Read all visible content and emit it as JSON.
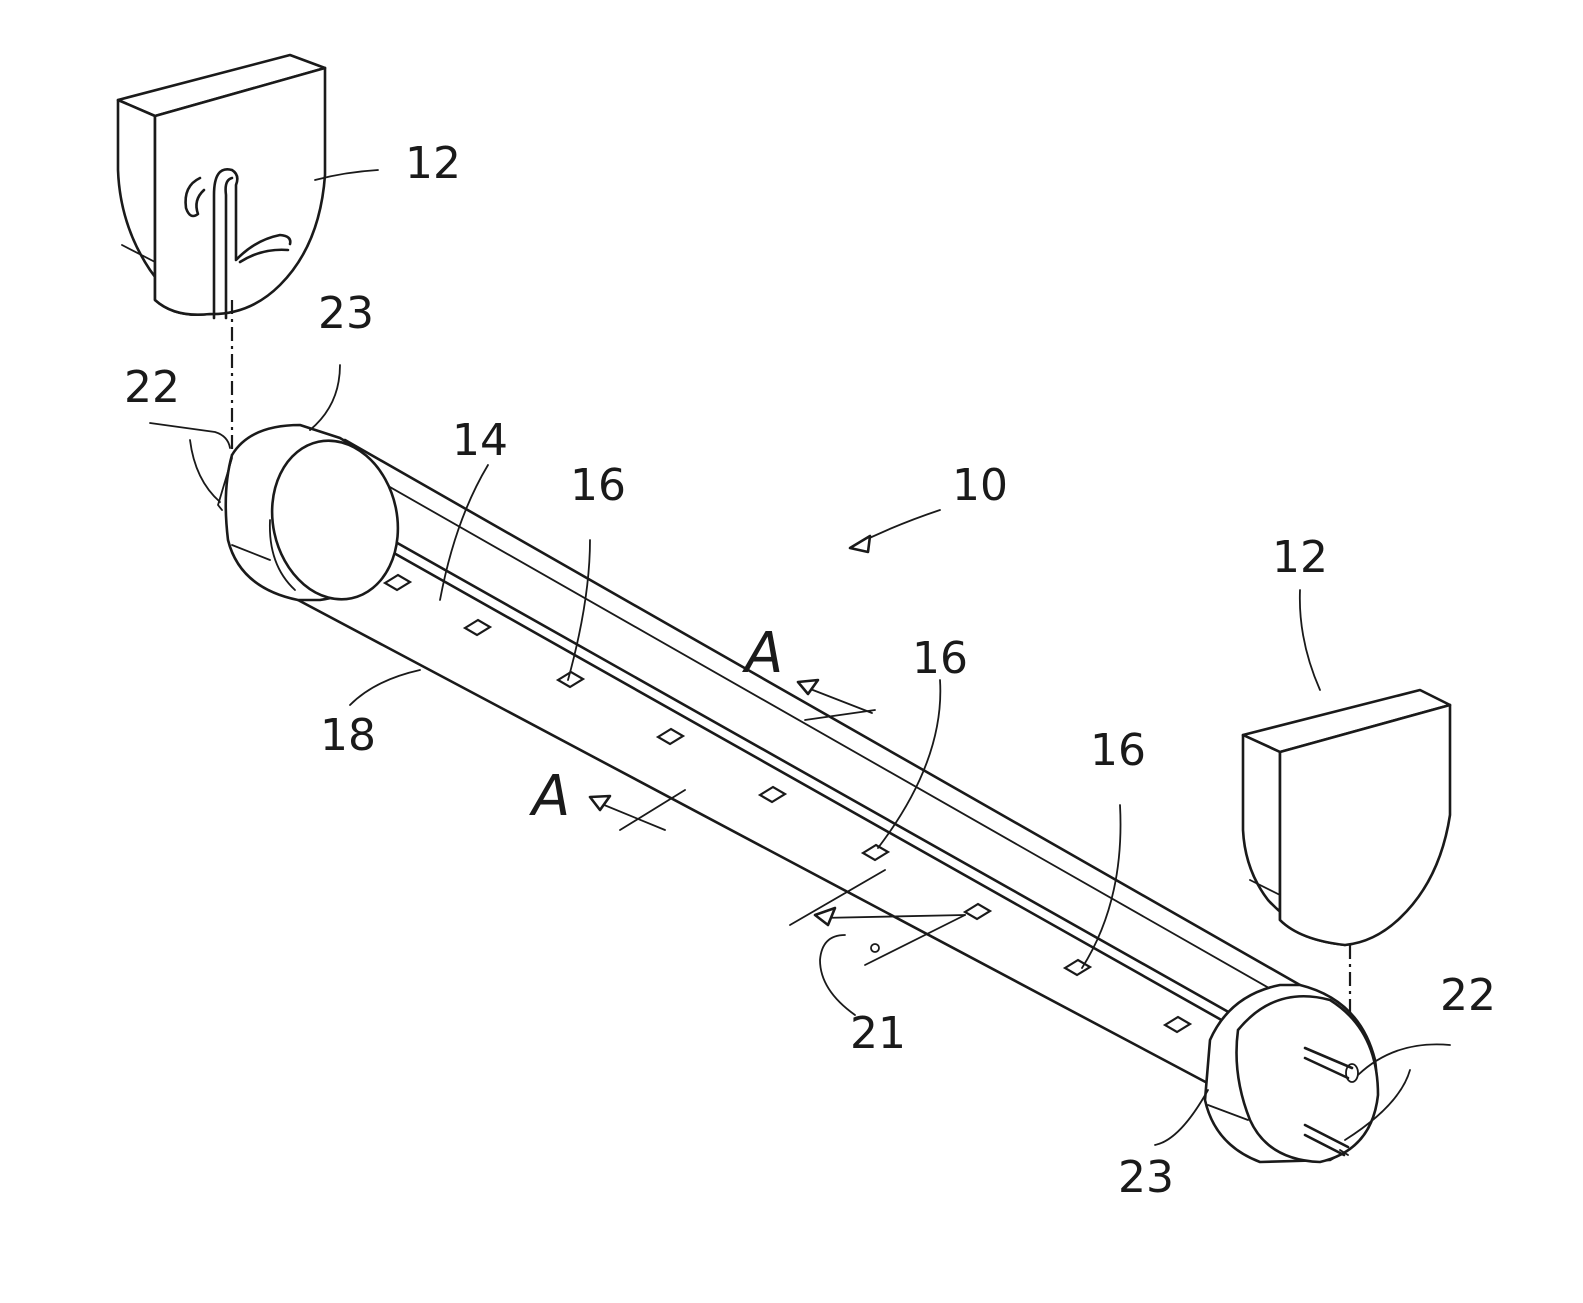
{
  "labels": {
    "holder": "12",
    "end_cap": "23",
    "pin": "22",
    "circuit_board": "14",
    "led": "16",
    "lamp": "10",
    "tube": "18",
    "section": "A",
    "arrow": "21"
  },
  "colors": {
    "line": "#1a1a1a",
    "background": "#ffffff"
  }
}
